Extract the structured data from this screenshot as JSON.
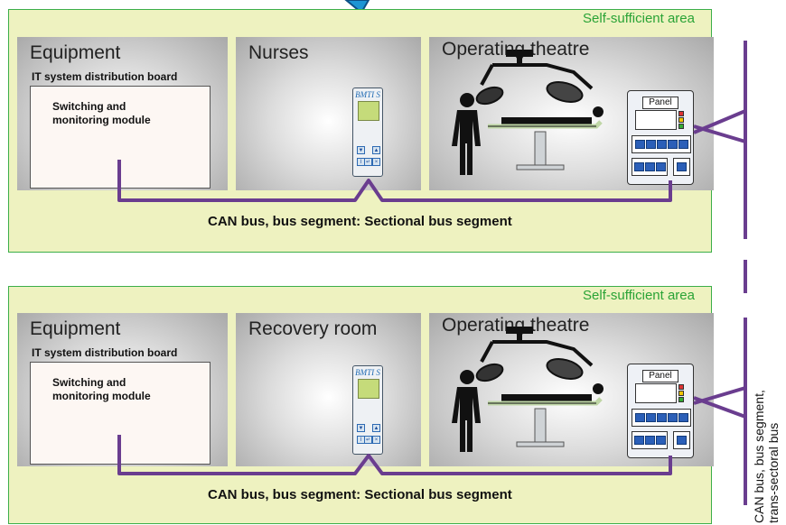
{
  "areas": [
    {
      "label": "Self-sufficient area",
      "rooms": {
        "equipment": "Equipment",
        "middle": "Nurses",
        "theatre": "Operating theatre"
      },
      "it_board": "IT system distribution board",
      "module_label": "Switching and monitoring module",
      "device_name": "BMTI S",
      "panel_label": "Panel",
      "bus_label": "CAN bus, bus segment: Sectional bus segment"
    },
    {
      "label": "Self-sufficient area",
      "rooms": {
        "equipment": "Equipment",
        "middle": "Recovery room",
        "theatre": "Operating theatre"
      },
      "it_board": "IT system distribution board",
      "module_label": "Switching and monitoring module",
      "device_name": "BMTI S",
      "panel_label": "Panel",
      "bus_label": "CAN bus, bus segment: Sectional bus segment"
    }
  ],
  "trans_sectoral_label_line1": "CAN bus, bus segment,",
  "trans_sectoral_label_line2": "trans-sectoral bus",
  "colors": {
    "bus": "#6a3d8f",
    "area_border": "#3cae49",
    "area_fill": "#eef2c0"
  }
}
